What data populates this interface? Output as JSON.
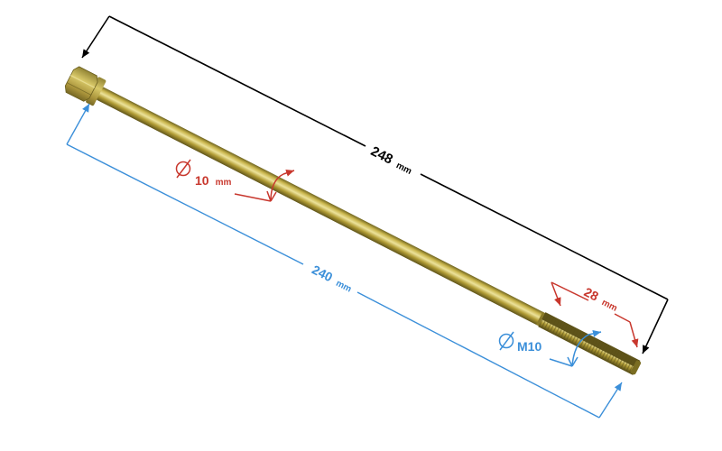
{
  "dimensions": {
    "total_length": {
      "value": "248",
      "unit": "mm"
    },
    "shank_length": {
      "value": "240",
      "unit": "mm"
    },
    "diameter": {
      "value": "10",
      "unit": "mm"
    },
    "thread_length": {
      "value": "28",
      "unit": "mm"
    },
    "thread_size": {
      "value": "M10"
    }
  },
  "colors": {
    "black_dimension": "#000000",
    "red_dimension": "#c8372d",
    "blue_dimension": "#3b8fd9",
    "bolt_body": "#b8a43a",
    "bolt_highlight": "#e9de8e",
    "bolt_shadow": "#6f6420"
  },
  "icons": {
    "diameter": "diameter-icon"
  }
}
